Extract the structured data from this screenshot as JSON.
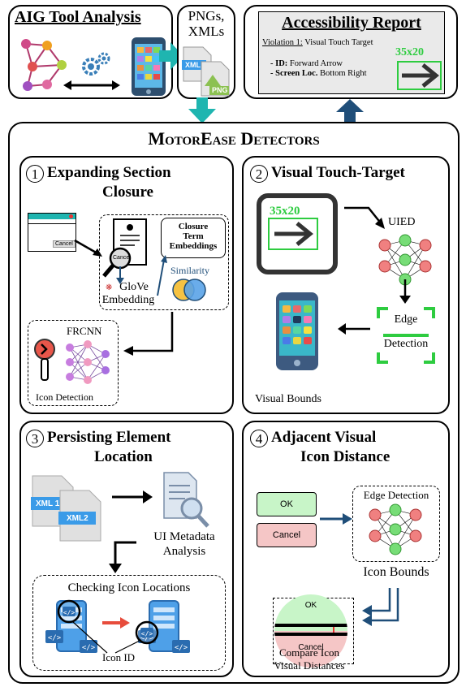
{
  "top": {
    "aig_title": "AIG Tool Analysis",
    "pngs_line1": "PNGs,",
    "pngs_line2": "XMLs",
    "xml_tag": "XML",
    "png_tag": "PNG",
    "report_title": "Accessibility Report",
    "violation_label": "Violation 1:",
    "violation_text": " Visual Touch Target",
    "id_label": "- ID:",
    "id_value": " Forward Arrow",
    "loc_label": "- Screen Loc.",
    "loc_value": " Bottom Right",
    "size_label": "35x20"
  },
  "main": {
    "title": "MotorEase Detectors"
  },
  "section1": {
    "num": "1",
    "title_line1": "Expanding Section",
    "title_line2": "Closure",
    "cancel": "Cancel",
    "cancel_lens": "Cancel",
    "closure_line1": "Closure",
    "closure_line2": "Term",
    "closure_line3": "Embeddings",
    "similarity": "Similarity",
    "glove_line1": "GloVe",
    "glove_line2": "Embedding",
    "frcnn": "FRCNN",
    "icon_detection": "Icon Detection"
  },
  "section2": {
    "num": "2",
    "title": "Visual Touch-Target",
    "size_label": "35x20",
    "uied": "UIED",
    "edge_line1": "Edge",
    "edge_line2": "Detection",
    "visual_bounds": "Visual Bounds"
  },
  "section3": {
    "num": "3",
    "title_line1": "Persisting Element",
    "title_line2": "Location",
    "xml1": "XML 1",
    "xml2": "XML2",
    "meta_line1": "UI Metadata",
    "meta_line2": "Analysis",
    "checking": "Checking Icon Locations",
    "icon_id": "Icon ID"
  },
  "section4": {
    "num": "4",
    "title_line1": "Adjacent Visual",
    "title_line2": "Icon Distance",
    "ok": "OK",
    "cancel": "Cancel",
    "edge_detection": "Edge Detection",
    "icon_bounds": "Icon Bounds",
    "ok2": "OK",
    "cancel2": "Cancel",
    "compare_line1": "Compare Icon",
    "compare_line2": "Visual Distances"
  },
  "colors": {
    "teal": "#1fb5b0",
    "navy": "#1f4e79",
    "green": "#2ecc40",
    "red_node": "#f08080",
    "green_node": "#77dd77",
    "ok_fill": "#c8f5c8",
    "cancel_fill": "#f5c6c6"
  }
}
